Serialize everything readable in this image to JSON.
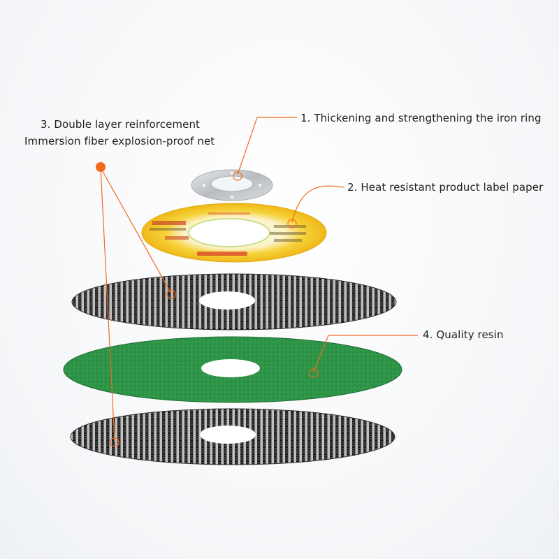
{
  "labels": {
    "item1": "1. Thickening and strengthening the iron ring",
    "item2": "2. Heat resistant product label paper",
    "item3_line1": "3. Double layer reinforcement",
    "item3_line2": "Immersion fiber explosion-proof net",
    "item4": "4. Quality resin"
  },
  "colors": {
    "leader_line": "#f26b1d",
    "resin_green": "#2e9446",
    "label_yellow": "#f2c21a",
    "mesh_dark": "#1c1c1c",
    "iron_ring": "#c9ccd0"
  }
}
